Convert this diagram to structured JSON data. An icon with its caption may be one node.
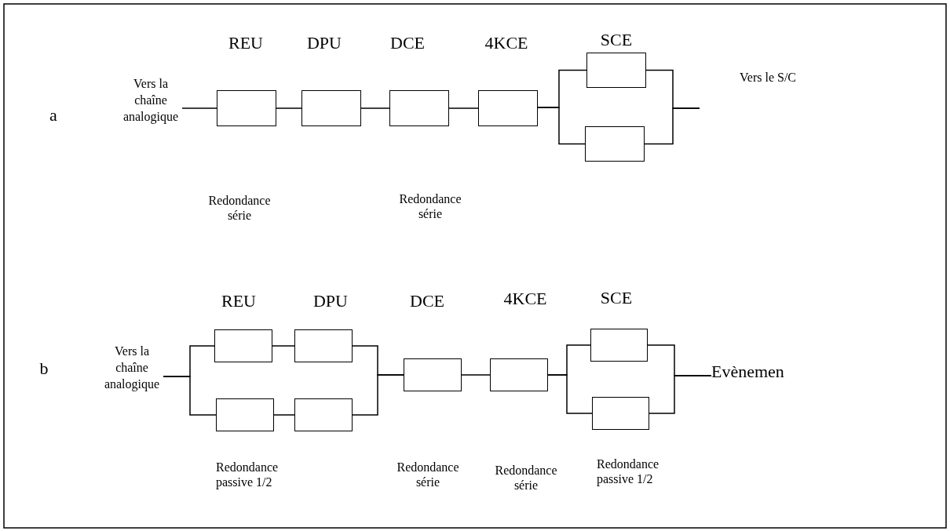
{
  "diagram": {
    "nodes": [
      {
        "text": [
          "Vers la chaîne analogique"
        ]
      },
      {
        "text": [],
        "shape": "box"
      },
      {
        "text": [],
        "shape": "box"
      },
      {
        "text": [],
        "shape": "box"
      },
      {
        "text": [],
        "shape": "box"
      },
      {
        "text": [],
        "shape": "box"
      },
      {
        "text": [],
        "shape": "box"
      },
      {
        "text": [
          "Vers la chaîne analogique"
        ]
      },
      {
        "text": [],
        "shape": "box"
      },
      {
        "text": [],
        "shape": "box"
      },
      {
        "text": [],
        "shape": "box"
      },
      {
        "text": [],
        "shape": "box"
      },
      {
        "text": [],
        "shape": "box"
      },
      {
        "text": [],
        "shape": "box"
      },
      {
        "text": [],
        "shape": "box"
      },
      {
        "text": [],
        "shape": "box"
      },
      {
        "text": [
          "Evènemen"
        ]
      }
    ],
    "edges": [
      {
        "from": 0,
        "to": 1,
        "arrow": "none"
      },
      {
        "from": 1,
        "to": 2,
        "arrow": "none"
      },
      {
        "from": 2,
        "to": 3,
        "arrow": "none"
      },
      {
        "from": 3,
        "to": 4,
        "arrow": "none"
      },
      {
        "from": 4,
        "to": 5,
        "arrow": "none"
      },
      {
        "from": 4,
        "to": 6,
        "arrow": "none"
      },
      {
        "from": 5,
        "to": null,
        "arrow": "none"
      },
      {
        "from": 6,
        "to": null,
        "arrow": "none"
      },
      {
        "from": 7,
        "to": 8,
        "arrow": "none"
      },
      {
        "from": 7,
        "to": 10,
        "arrow": "none"
      },
      {
        "from": 8,
        "to": 9,
        "arrow": "none"
      },
      {
        "from": 10,
        "to": 11,
        "arrow": "none"
      },
      {
        "from": 9,
        "to": 12,
        "arrow": "none"
      },
      {
        "from": 11,
        "to": 12,
        "arrow": "none"
      },
      {
        "from": 12,
        "to": 13,
        "arrow": "none"
      },
      {
        "from": 13,
        "to": 14,
        "arrow": "none"
      },
      {
        "from": 13,
        "to": 15,
        "arrow": "none"
      },
      {
        "from": 14,
        "to": 16,
        "arrow": "none"
      },
      {
        "from": 15,
        "to": 16,
        "arrow": "none"
      }
    ],
    "labels": [
      "REU",
      "DPU",
      "DCE",
      "4KCE",
      "SCE",
      "a",
      "Vers le S/C",
      "Redondance série",
      "Redondance série",
      "REU",
      "DPU",
      "DCE",
      "4KCE",
      "SCE",
      "b",
      "Redondance passive 1/2",
      "Redondance série",
      "Redondance série",
      "Redondance passive 1/2"
    ]
  }
}
